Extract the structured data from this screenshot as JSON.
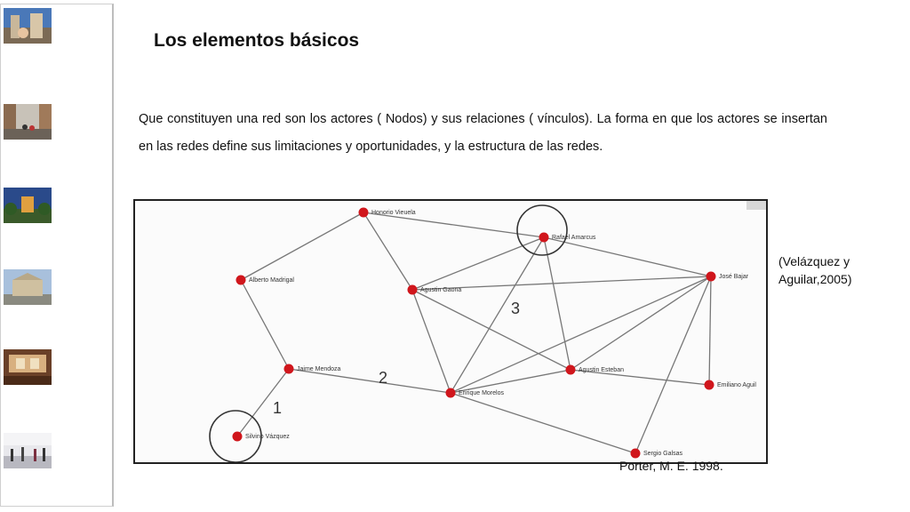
{
  "slide": {
    "title": "Los elementos básicos",
    "body": "Que constituyen una red son los actores ( Nodos) y sus relaciones ( vínculos). La forma en que los actores se insertan en las redes define sus limitaciones y oportunidades, y la estructura de las redes.",
    "citation_line1": "(Velázquez y",
    "citation_line2": "Aguilar,2005)",
    "source": "Porter, M. E. 1998."
  },
  "sidebar": {
    "thumbnails": [
      {
        "name": "slide-thumbnail-1"
      },
      {
        "name": "slide-thumbnail-2"
      },
      {
        "name": "slide-thumbnail-3"
      },
      {
        "name": "slide-thumbnail-4"
      },
      {
        "name": "slide-thumbnail-5"
      },
      {
        "name": "slide-thumbnail-6"
      }
    ]
  },
  "network": {
    "node_color": "#d0161c",
    "edge_color": "#777777",
    "nodes": [
      {
        "id": "honorio",
        "label": "Honorio Vieuela"
      },
      {
        "id": "rafael",
        "label": "Rafael Amarcus"
      },
      {
        "id": "alberto",
        "label": "Alberto Madrigal"
      },
      {
        "id": "agustin_g",
        "label": "Agustin Gaona"
      },
      {
        "id": "jose",
        "label": "José Bajar"
      },
      {
        "id": "jaime",
        "label": "Jaime Mendoza"
      },
      {
        "id": "agustin_e",
        "label": "Agustin Esteban"
      },
      {
        "id": "enrique",
        "label": "Enrique Morelos"
      },
      {
        "id": "emiliano",
        "label": "Emiliano Aguil"
      },
      {
        "id": "silvino",
        "label": "Silvino Vázquez"
      },
      {
        "id": "sergio",
        "label": "Sergio Galsas"
      }
    ],
    "segment_labels": [
      "1",
      "2",
      "3"
    ]
  }
}
